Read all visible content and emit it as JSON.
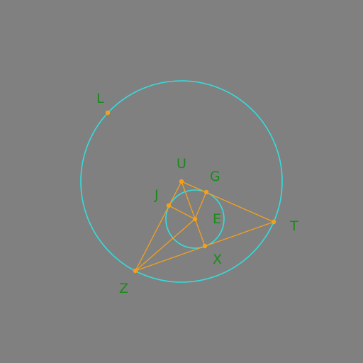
{
  "diagram": {
    "labels": {
      "L": "L",
      "U": "U",
      "G": "G",
      "J": "J",
      "E": "E",
      "T": "T",
      "X": "X",
      "Z": "Z"
    },
    "colors": {
      "background": "#808080",
      "circle": "#33dddd",
      "segment": "#f2a01e",
      "label": "#1a8a1a"
    }
  }
}
